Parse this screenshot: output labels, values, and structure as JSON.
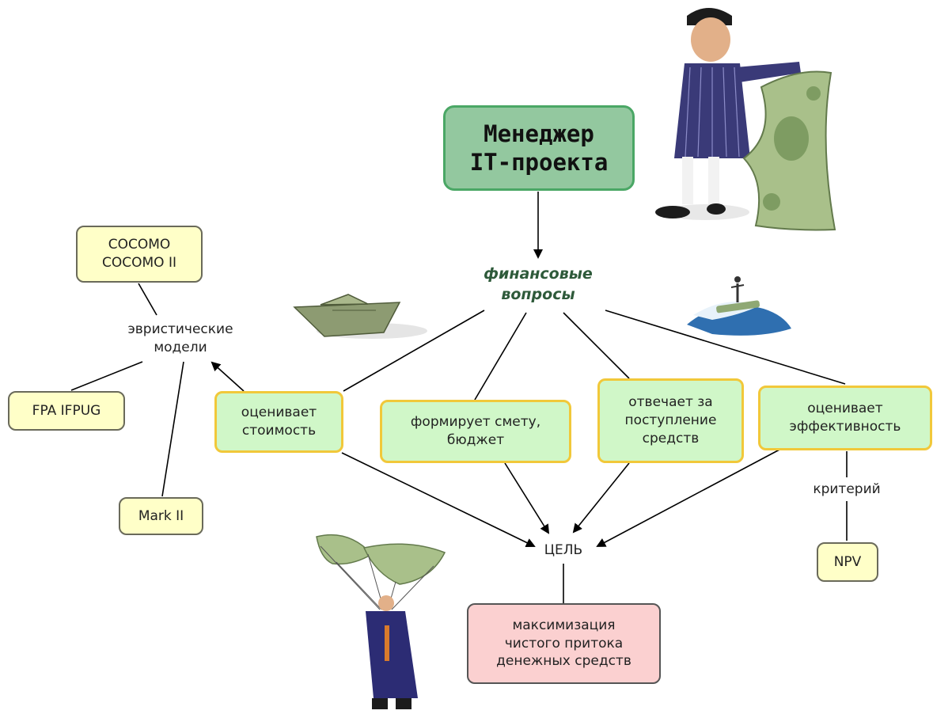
{
  "title": "Менеджер\nIT-проекта",
  "hub": "финансовые\nвопросы",
  "heuristic": "эвристические\nмодели",
  "cocomo": "COCOMO\nCOCOMO II",
  "fpa": "FPA IFPUG",
  "mark2": "Mark II",
  "task_cost": "оценивает\nстоимость",
  "task_budget": "формирует смету,\nбюджет",
  "task_income": "отвечает за\nпоступление\nсредств",
  "task_eff": "оценивает\nэффективность",
  "criterion": "критерий",
  "npv": "NPV",
  "goal": "ЦЕЛЬ",
  "goal_text": "максимизация\nчистого притока\nденежных средств",
  "colors": {
    "title_fill": "#93c89f",
    "title_border": "#4aa765",
    "task_fill": "#d0f7c8",
    "task_border": "#f1c83a",
    "cream_fill": "#ffffc8",
    "goal_fill": "#fbd0d0",
    "hub_text": "#2e5a3a"
  },
  "illustrations": [
    "money-man-icon",
    "paper-boat-icon",
    "surfer-on-wave-icon",
    "money-parachute-icon"
  ]
}
